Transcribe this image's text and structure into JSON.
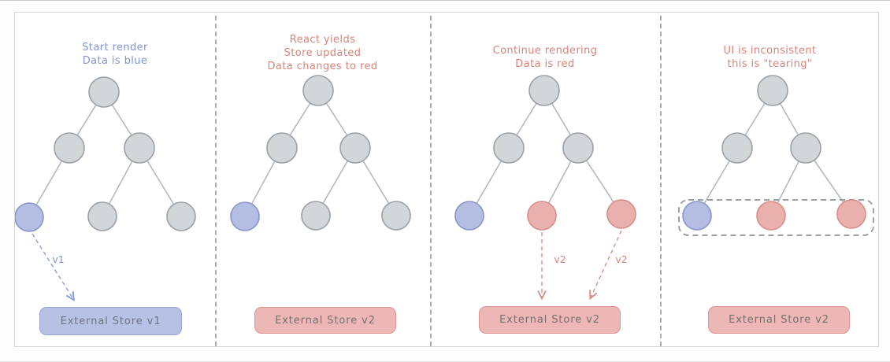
{
  "panels": [
    {
      "name": "start-render",
      "title_lines": [
        "Start render",
        "Data is blue"
      ],
      "arrow_labels": [
        "v1"
      ],
      "store_label": "External Store v1",
      "store_variant": "blue",
      "leaf_node_colors": [
        "blue",
        "gray",
        "gray"
      ]
    },
    {
      "name": "react-yields",
      "title_lines": [
        "React yields",
        "Store updated",
        "Data changes to red"
      ],
      "arrow_labels": [],
      "store_label": "External Store v2",
      "store_variant": "red",
      "leaf_node_colors": [
        "blue",
        "gray",
        "gray"
      ]
    },
    {
      "name": "continue-rendering",
      "title_lines": [
        "Continue rendering",
        "Data is red"
      ],
      "arrow_labels": [
        "v2",
        "v2"
      ],
      "store_label": "External Store v2",
      "store_variant": "red",
      "leaf_node_colors": [
        "blue",
        "red",
        "red"
      ]
    },
    {
      "name": "ui-tearing",
      "title_lines": [
        "UI is inconsistent",
        "this is \"tearing\""
      ],
      "arrow_labels": [],
      "store_label": "External Store v2",
      "store_variant": "red",
      "leaf_node_colors": [
        "blue",
        "red",
        "red"
      ],
      "has_highlight_box": true
    }
  ],
  "colors": {
    "blue_node_fill": "#b4bee2",
    "blue_node_stroke": "#8995c9",
    "gray_node_fill": "#d3d6d9",
    "gray_node_stroke": "#9aa0a6",
    "red_node_fill": "#eab0ad",
    "red_node_stroke": "#d88e88",
    "edge_stroke": "#b5b9bd",
    "blue_text": "#8494d2",
    "red_text": "#d8847c",
    "store_blue_fill": "#b7c1e4",
    "store_blue_border": "#9aa5d2",
    "store_red_fill": "#ecb7b4",
    "store_red_border": "#da938e",
    "store_text": "#6e7277",
    "separator_dash": "#a9aeb4",
    "highlight_box_stroke": "#8d9299"
  }
}
